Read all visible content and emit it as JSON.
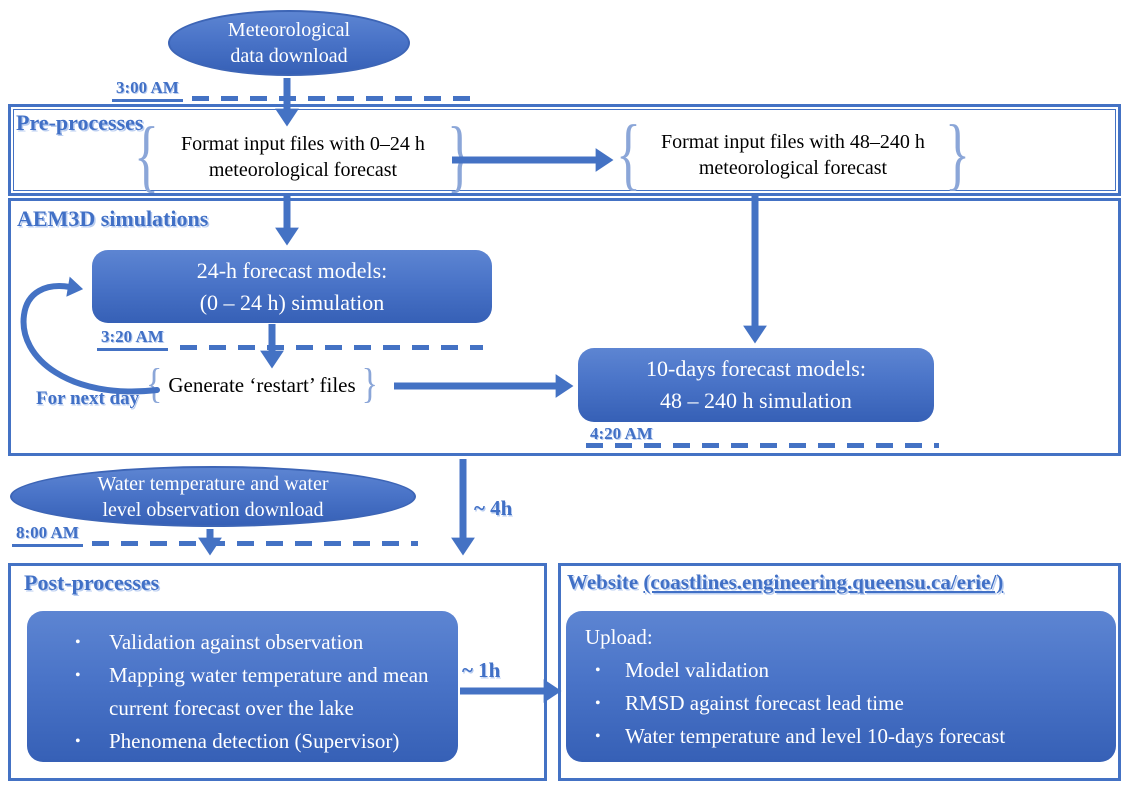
{
  "colors": {
    "accent": "#4472C4",
    "heading_text": "#4170C6",
    "heading_shadow": "#B9CDF0",
    "node_gradient_top": "#5D85D2",
    "node_gradient_bottom": "#3660B6",
    "body_text": "#000000",
    "node_text": "#FFFFFF",
    "brace": "#8BA6D8"
  },
  "decor": {
    "bullet": "•",
    "brace_open": "{",
    "brace_close": "}"
  },
  "ellipse_met": {
    "line1": "Meteorological",
    "line2": "data download"
  },
  "time_300": "3:00 AM",
  "pre": {
    "title": "Pre-processes",
    "item1_line1": "Format input files with 0–24 h",
    "item1_line2": "meteorological forecast",
    "item2_line1": "Format input files with 48–240 h",
    "item2_line2": "meteorological forecast"
  },
  "aem": {
    "title": "AEM3D simulations",
    "box24_line1": "24-h forecast models:",
    "box24_line2": "(0 – 24 h) simulation",
    "time_320": "3:20 AM",
    "restart": "Generate ‘restart’ files",
    "for_next_day": "For next day",
    "box10_line1": "10-days forecast models:",
    "box10_line2": "48 – 240 h simulation",
    "time_420": "4:20 AM"
  },
  "ellipse_water": {
    "line1": "Water temperature and water",
    "line2": "level observation download"
  },
  "time_800": "8:00 AM",
  "duration_4h": "~ 4h",
  "post": {
    "title": "Post-processes",
    "bullets": [
      "Validation against observation",
      "Mapping water temperature and mean current forecast over the lake",
      "Phenomena detection (Supervisor)"
    ]
  },
  "duration_1h": "~ 1h",
  "website": {
    "title_prefix": "Website ",
    "title_url": "(coastlines.engineering.queensu.ca/erie/)",
    "upload_label": "Upload:",
    "bullets": [
      "Model validation",
      "RMSD against forecast lead time",
      "Water temperature and level 10-days forecast"
    ]
  }
}
